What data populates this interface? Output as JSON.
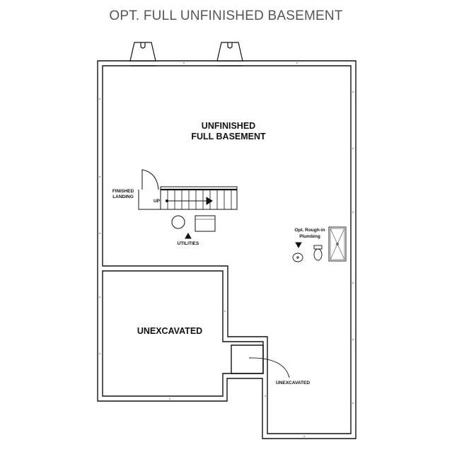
{
  "title": "OPT. FULL UNFINISHED BASEMENT",
  "rooms": {
    "unfinished_line1": "UNFINISHED",
    "unfinished_line2": "FULL BASEMENT",
    "unexcavated_main": "UNEXCAVATED",
    "unexcavated_small": "UNEXCAVATED"
  },
  "labels": {
    "finished_landing_line1": "FINISHED",
    "finished_landing_line2": "LANDING",
    "stair_up": "UP",
    "utilities": "UTILITIES",
    "rough_in_line1": "Opt. Rough-in",
    "rough_in_line2": "Plumbing"
  }
}
